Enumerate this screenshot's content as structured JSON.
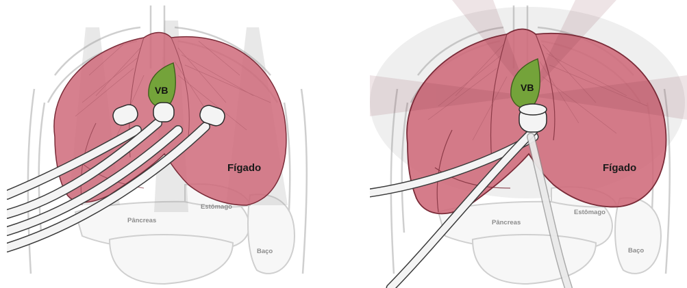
{
  "panels": [
    {
      "labels": {
        "gallbladder": "VB",
        "liver": "Fígado",
        "stomach": "Estômago",
        "pancreas": "Pâncreas",
        "spleen": "Baço"
      }
    },
    {
      "labels": {
        "gallbladder": "VB",
        "liver": "Fígado",
        "stomach": "Estômago",
        "pancreas": "Pâncreas",
        "spleen": "Baço"
      }
    }
  ],
  "colors": {
    "liver_fill": "#cf6a7a",
    "liver_outline": "#7a2b38",
    "gallbladder_fill": "#74a33a",
    "outline_gray": "#c8c8c8",
    "light_cone": "#9a9a9a"
  }
}
